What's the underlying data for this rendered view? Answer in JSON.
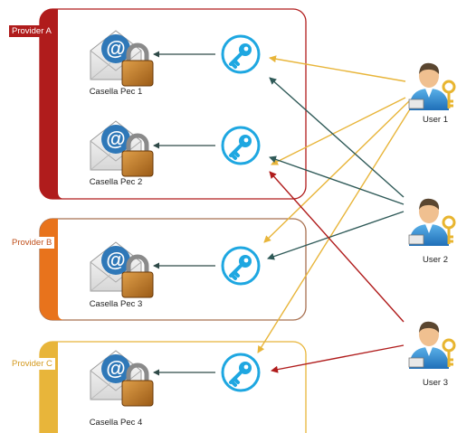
{
  "providers": [
    {
      "label": "Provider A",
      "color": "#b01c1c"
    },
    {
      "label": "Provider B",
      "color": "#e8731c"
    },
    {
      "label": "Provider C",
      "color": "#e8b53a"
    }
  ],
  "mailboxes": [
    {
      "label": "Casella Pec 1",
      "icon": "envelope-at-lock-icon"
    },
    {
      "label": "Casella Pec 2",
      "icon": "envelope-at-lock-icon"
    },
    {
      "label": "Casella Pec 3",
      "icon": "envelope-at-lock-icon"
    },
    {
      "label": "Casella Pec 4",
      "icon": "envelope-at-lock-icon"
    }
  ],
  "keys": [
    {
      "icon": "key-icon",
      "color": "#1ea7e1"
    },
    {
      "icon": "key-icon",
      "color": "#1ea7e1"
    },
    {
      "icon": "key-icon",
      "color": "#1ea7e1"
    },
    {
      "icon": "key-icon",
      "color": "#1ea7e1"
    }
  ],
  "users": [
    {
      "label": "User 1",
      "icon": "user-with-keys-icon",
      "link_color": "#e8b53a",
      "grants": [
        1,
        2,
        3,
        4
      ]
    },
    {
      "label": "User 2",
      "icon": "user-with-keys-icon",
      "link_color": "#2f5a58",
      "grants": [
        1,
        2,
        3
      ]
    },
    {
      "label": "User 3",
      "icon": "user-with-keys-icon",
      "link_color": "#b01c1c",
      "grants": [
        2,
        4
      ]
    }
  ]
}
